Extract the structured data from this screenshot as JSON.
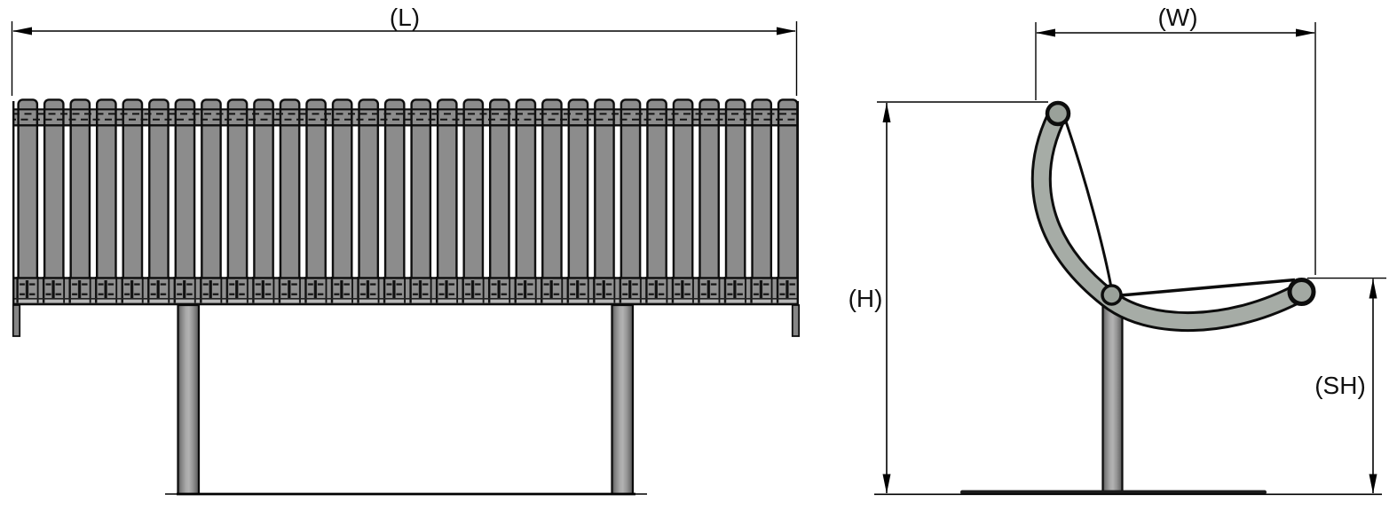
{
  "page": {
    "type": "technical-drawing",
    "background": "#ffffff"
  },
  "labels": {
    "L": "(L)",
    "W": "(W)",
    "H": "(H)",
    "SH": "(SH)"
  },
  "views": {
    "front": {
      "name": "front-elevation",
      "slat_count": 30,
      "leg_count": 2,
      "dimension_labels": [
        "(L)"
      ]
    },
    "side": {
      "name": "side-elevation",
      "dimension_labels": [
        "(W)",
        "(H)",
        "(SH)"
      ]
    }
  },
  "colors": {
    "outline": "#0d0d0d",
    "dimension_line": "#000000",
    "slat_gray": "#8c8c8c",
    "rail_gray": "#949494",
    "frame_band_gray": "#a6aca6",
    "hub_gray": "#9aa19a",
    "leg_highlight": "#b2b2b2",
    "leg_edge": "#4f4f4f",
    "base_plate": "#1c1c1c"
  }
}
